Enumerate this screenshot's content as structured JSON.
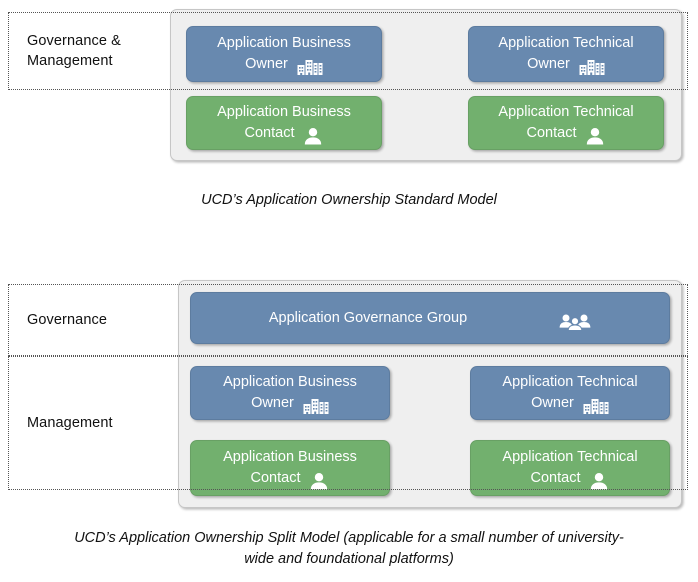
{
  "diagrams": [
    {
      "id": "standard-model",
      "labels": [
        {
          "text": "Governance &\nManagement"
        }
      ],
      "roles": [
        {
          "text": "Application Business Owner",
          "color": "blue",
          "icon": "buildings-icon"
        },
        {
          "text": "Application Technical Owner",
          "color": "blue",
          "icon": "buildings-icon"
        },
        {
          "text": "Application Business Contact",
          "color": "green",
          "icon": "person-icon"
        },
        {
          "text": "Application Technical Contact",
          "color": "green",
          "icon": "person-icon"
        }
      ],
      "caption": "UCD’s Application Ownership Standard Model"
    },
    {
      "id": "split-model",
      "labels": [
        {
          "text": "Governance"
        },
        {
          "text": "Management"
        }
      ],
      "governance_role": {
        "text": "Application Governance Group",
        "color": "blue",
        "icon": "people-group-icon"
      },
      "roles": [
        {
          "text": "Application Business Owner",
          "color": "blue",
          "icon": "buildings-icon"
        },
        {
          "text": "Application Technical Owner",
          "color": "blue",
          "icon": "buildings-icon"
        },
        {
          "text": "Application Business Contact",
          "color": "green",
          "icon": "person-icon"
        },
        {
          "text": "Application Technical Contact",
          "color": "green",
          "icon": "person-icon"
        }
      ],
      "caption": "UCD’s Application Ownership Split Model (applicable for a small number of university-wide and foundational platforms)"
    }
  ],
  "colors": {
    "blue": "#6889af",
    "green": "#72b06e",
    "panel_background": "#efefef",
    "panel_border": "#c6c6c6",
    "label_border": "#555555",
    "text_on_role": "#ffffff"
  }
}
